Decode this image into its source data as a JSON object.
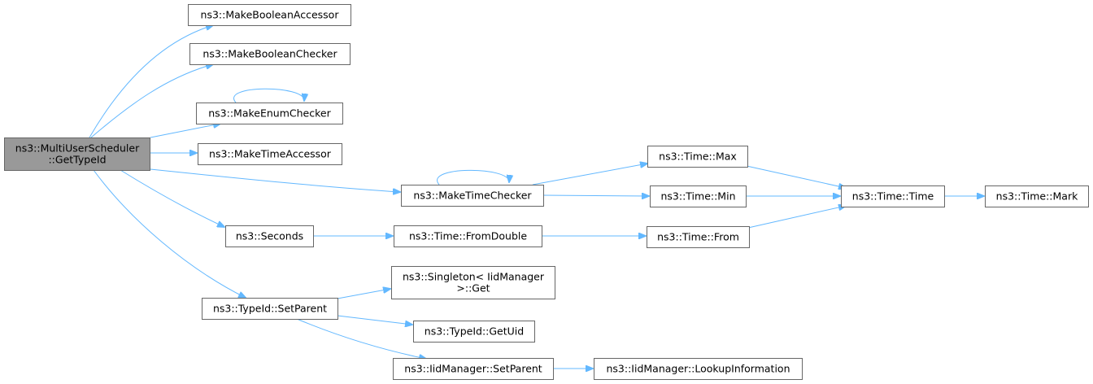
{
  "graph": {
    "edge_color": "#63b8ff",
    "node_border_color": "#666666",
    "root_fill_color": "#999999",
    "nodes": [
      {
        "id": "root",
        "lines": [
          "ns3::MultiUserScheduler",
          "::GetTypeId"
        ],
        "root": true
      },
      {
        "id": "mba",
        "lines": [
          "ns3::MakeBooleanAccessor"
        ]
      },
      {
        "id": "mbc",
        "lines": [
          "ns3::MakeBooleanChecker"
        ]
      },
      {
        "id": "mec",
        "lines": [
          "ns3::MakeEnumChecker"
        ]
      },
      {
        "id": "mta",
        "lines": [
          "ns3::MakeTimeAccessor"
        ]
      },
      {
        "id": "mtc",
        "lines": [
          "ns3::MakeTimeChecker"
        ]
      },
      {
        "id": "sec",
        "lines": [
          "ns3::Seconds"
        ]
      },
      {
        "id": "tsp",
        "lines": [
          "ns3::TypeId::SetParent"
        ]
      },
      {
        "id": "tmax",
        "lines": [
          "ns3::Time::Max"
        ]
      },
      {
        "id": "tmin",
        "lines": [
          "ns3::Time::Min"
        ]
      },
      {
        "id": "tfd",
        "lines": [
          "ns3::Time::FromDouble"
        ]
      },
      {
        "id": "tfrom",
        "lines": [
          "ns3::Time::From"
        ]
      },
      {
        "id": "ttime",
        "lines": [
          "ns3::Time::Time"
        ]
      },
      {
        "id": "tmark",
        "lines": [
          "ns3::Time::Mark"
        ]
      },
      {
        "id": "sget",
        "lines": [
          "ns3::Singleton< IidManager",
          ">::Get"
        ]
      },
      {
        "id": "guid",
        "lines": [
          "ns3::TypeId::GetUid"
        ]
      },
      {
        "id": "isp",
        "lines": [
          "ns3::IidManager::SetParent"
        ]
      },
      {
        "id": "ili",
        "lines": [
          "ns3::IidManager::LookupInformation"
        ]
      }
    ],
    "edges": [
      {
        "from": "root",
        "to": "mba"
      },
      {
        "from": "root",
        "to": "mbc"
      },
      {
        "from": "root",
        "to": "mec"
      },
      {
        "from": "root",
        "to": "mta"
      },
      {
        "from": "root",
        "to": "mtc"
      },
      {
        "from": "root",
        "to": "sec"
      },
      {
        "from": "root",
        "to": "tsp"
      },
      {
        "from": "mec",
        "to": "mec"
      },
      {
        "from": "mtc",
        "to": "mtc"
      },
      {
        "from": "mtc",
        "to": "tmax"
      },
      {
        "from": "mtc",
        "to": "tmin"
      },
      {
        "from": "tmax",
        "to": "ttime"
      },
      {
        "from": "tmin",
        "to": "ttime"
      },
      {
        "from": "ttime",
        "to": "tmark"
      },
      {
        "from": "sec",
        "to": "tfd"
      },
      {
        "from": "tfd",
        "to": "tfrom"
      },
      {
        "from": "tfrom",
        "to": "ttime"
      },
      {
        "from": "tsp",
        "to": "sget"
      },
      {
        "from": "tsp",
        "to": "guid"
      },
      {
        "from": "tsp",
        "to": "isp"
      },
      {
        "from": "isp",
        "to": "ili"
      }
    ]
  }
}
